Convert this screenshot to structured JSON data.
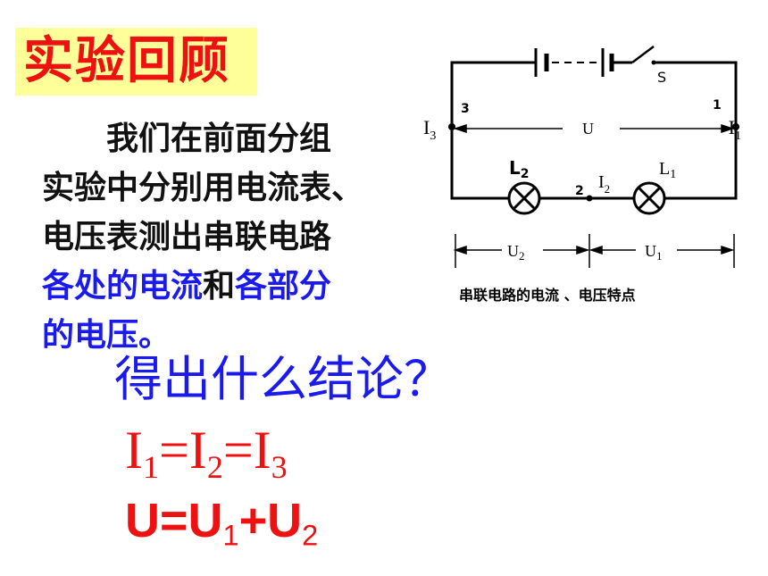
{
  "title": "实验回顾",
  "paragraph": {
    "line1": "我们在前面分组",
    "line2": "实验中分别用电流表、",
    "line3": "电压表测出串联电路",
    "line4_blue1": "各处的电流",
    "line4_black": "和",
    "line4_blue2": "各部分",
    "line5": "的电压。"
  },
  "question": "得出什么结论？",
  "equation1": {
    "I": "I",
    "s1": "1",
    "eq": "=",
    "s2": "2",
    "s3": "3"
  },
  "equation2": {
    "U": "U",
    "plus": "+",
    "s1": "1",
    "s2": "2"
  },
  "diagram": {
    "switch_label": "S",
    "node3": "3",
    "node1": "1",
    "node2": "2",
    "I3": "I",
    "I3_sub": "3",
    "I1": "I",
    "I1_sub": "1",
    "I2": "I",
    "I2_sub": "2",
    "U": "U",
    "L2": "L",
    "L2_sub": "2",
    "L1": "L",
    "L1_sub": "1",
    "U2": "U",
    "U2_sub": "2",
    "U1": "U",
    "U1_sub": "1",
    "caption": "串联电路的电流 、电压特点"
  }
}
